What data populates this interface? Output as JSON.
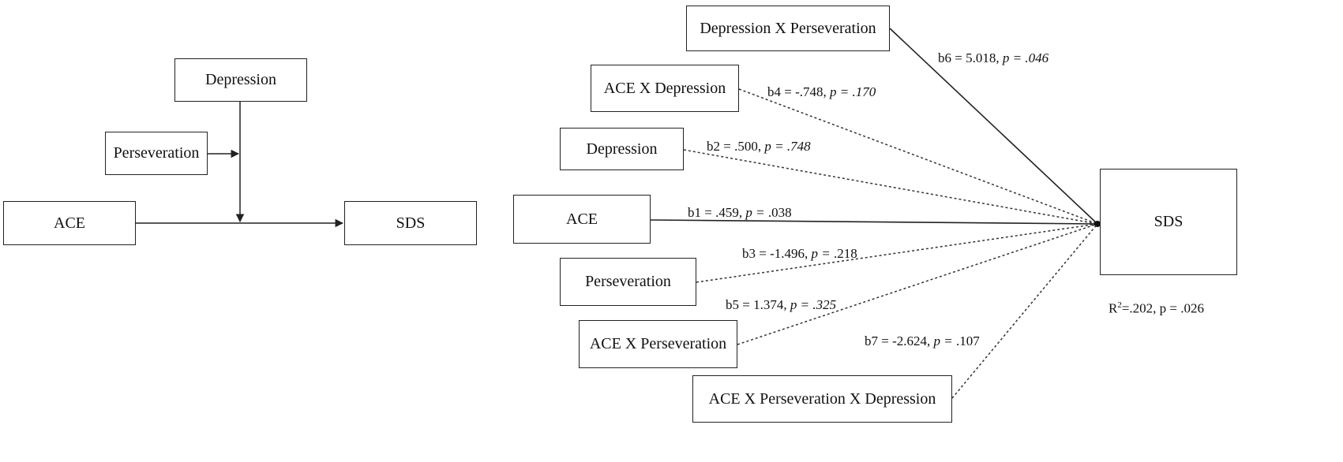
{
  "left_model": {
    "boxes": {
      "depression": "Depression",
      "perseveration": "Perseveration",
      "ace": "ACE",
      "sds": "SDS"
    }
  },
  "right_model": {
    "boxes": {
      "dep_x_pers": "Depression X Perseveration",
      "ace_x_dep": "ACE X Depression",
      "depression": "Depression",
      "ace": "ACE",
      "perseveration": "Perseveration",
      "ace_x_pers": "ACE X Perseveration",
      "ace_x_pers_x_dep": "ACE X Perseveration X Depression",
      "sds": "SDS"
    },
    "paths": [
      {
        "id": "b6",
        "label": "b6 = 5.018, ",
        "p_label": "p = ",
        "p_value": ".046",
        "style": "solid"
      },
      {
        "id": "b4",
        "label": "b4 = -.748, ",
        "p_label": "p = ",
        "p_value": ".170",
        "style": "dashed"
      },
      {
        "id": "b2",
        "label": "b2 = .500, ",
        "p_label": "p = ",
        "p_value": ".748",
        "style": "dashed"
      },
      {
        "id": "b1",
        "label": "b1 = .459, ",
        "p_label": "p = ",
        "p_value": ".038",
        "style": "solid"
      },
      {
        "id": "b3",
        "label": "b3 = -1.496, ",
        "p_label": "p = ",
        "p_value": ".218",
        "style": "dashed"
      },
      {
        "id": "b5",
        "label": "b5 = 1.374, ",
        "p_label": "p = ",
        "p_value": ".325",
        "style": "dashed"
      },
      {
        "id": "b7",
        "label": "b7 = -2.624, ",
        "p_label": "p = ",
        "p_value": ".107",
        "style": "dashed"
      }
    ],
    "r2": {
      "prefix": "R",
      "sup": "2",
      "text": "=.202, p = .026"
    }
  }
}
